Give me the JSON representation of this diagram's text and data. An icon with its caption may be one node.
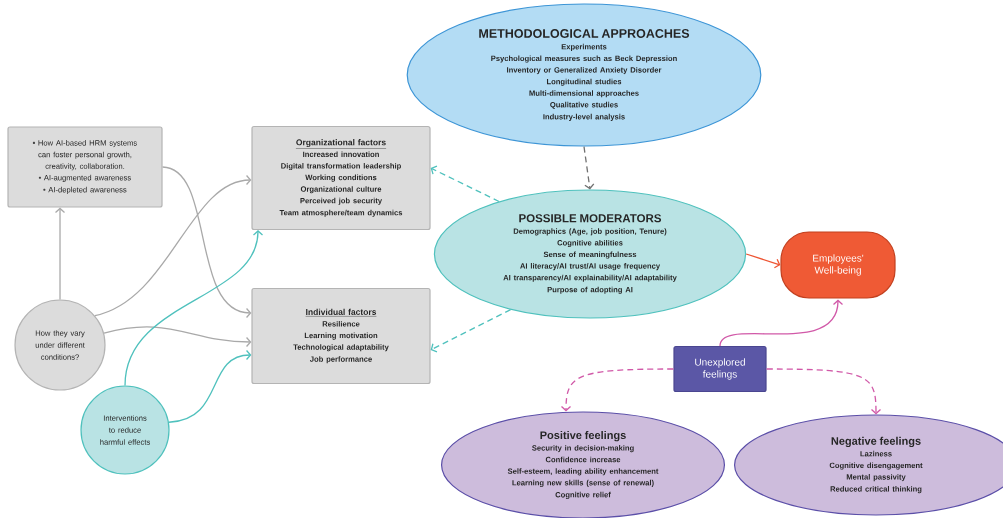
{
  "diagram": {
    "nodes": [
      {
        "text": [
          "How AI-based HRM systems can foster personal growth, creativity, collaboration.",
          "AI-augmented awareness",
          "AI-depleted awareness"
        ]
      },
      {
        "text": [
          "Organizational factors",
          "Increased innovation",
          "Digital transformation leadership",
          "Working conditions",
          "Organizational culture",
          "Perceived job security",
          "Team atmosphere/team dynamics"
        ]
      },
      {
        "text": [
          "Individual factors",
          "Resilience",
          "Learning motivation",
          "Technological adaptability",
          "Job performance"
        ]
      },
      {
        "text": [
          "How they vary under different conditions?"
        ]
      },
      {
        "text": [
          "Interventions to reduce harmful effects"
        ]
      },
      {
        "text": [
          "METHODOLOGICAL APPROACHES",
          "Experiments",
          "Psychological measures such as Beck Depression Inventory or Generalized Anxiety Disorder",
          "Longitudinal studies",
          "Multi-dimensional approaches",
          "Qualitative studies",
          "Industry-level analysis"
        ]
      },
      {
        "text": [
          "POSSIBLE MODERATORS",
          "Demographics (Age, job position, Tenure)",
          "Cognitive abilities",
          "Sense of meaningfulness",
          "AI literacy/AI trust/AI usage frequency",
          "AI transparency/AI explainability/AI adaptability",
          "Purpose of adopting AI"
        ]
      },
      {
        "text": [
          "Employees' Well-being"
        ]
      },
      {
        "text": [
          "Unexplored feelings"
        ]
      },
      {
        "text": [
          "Positive feelings",
          "Security in decision-making",
          "Confidence increase",
          "Self-esteem, leading ability enhancement",
          "Learning new skills (sense of renewal)",
          "Cognitive relief"
        ]
      },
      {
        "text": [
          "Negative feelings",
          "Laziness",
          "Cognitive disengagement",
          "Mental passivity",
          "Reduced critical thinking"
        ]
      }
    ],
    "edges": [
      {
        "from": 3,
        "to": 0,
        "arrow": "to",
        "color": "#a9a9a9"
      },
      {
        "from": 0,
        "to": 2,
        "arrow": "to",
        "color": "#a9a9a9"
      },
      {
        "from": 3,
        "to": 1,
        "arrow": "to",
        "color": "#a9a9a9"
      },
      {
        "from": 3,
        "to": 2,
        "arrow": "to",
        "color": "#a9a9a9"
      },
      {
        "from": 4,
        "to": 1,
        "arrow": "to",
        "color": "#4fc1bd"
      },
      {
        "from": 4,
        "to": 2,
        "arrow": "to",
        "color": "#4fc1bd"
      },
      {
        "from": 5,
        "to": 6,
        "arrow": "to",
        "style": "dashed",
        "color": "#707070"
      },
      {
        "from": 6,
        "to": 1,
        "arrow": "to",
        "style": "dashed",
        "color": "#4fc1bd"
      },
      {
        "from": 6,
        "to": 2,
        "arrow": "to",
        "style": "dashed",
        "color": "#4fc1bd"
      },
      {
        "from": 6,
        "to": 7,
        "arrow": "to",
        "color": "#ee5533"
      },
      {
        "from": 8,
        "to": 7,
        "arrow": "to",
        "color": "#d159a8"
      },
      {
        "from": 8,
        "to": 9,
        "arrow": "to",
        "style": "dashed",
        "color": "#d159a8"
      },
      {
        "from": 8,
        "to": 10,
        "arrow": "to",
        "style": "dashed",
        "color": "#d159a8"
      }
    ]
  }
}
